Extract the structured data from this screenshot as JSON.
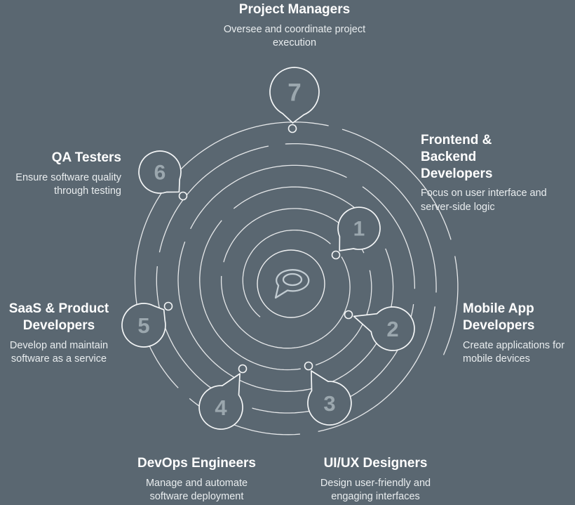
{
  "colors": {
    "background": "#5a6771",
    "line": "#f4f6f7",
    "number": "#9ba7ae",
    "title": "#ffffff",
    "description": "#e9edef"
  },
  "center": {
    "icon": "chat-bubble-icon"
  },
  "items": [
    {
      "number": "1",
      "title": "Frontend & Backend Developers",
      "description": "Focus on user interface and server-side logic"
    },
    {
      "number": "2",
      "title": "Mobile App Developers",
      "description": "Create applications for mobile devices"
    },
    {
      "number": "3",
      "title": "UI/UX Designers",
      "description": "Design user-friendly and engaging interfaces"
    },
    {
      "number": "4",
      "title": "DevOps Engineers",
      "description": "Manage and automate software deployment"
    },
    {
      "number": "5",
      "title": "SaaS & Product Developers",
      "description": "Develop and maintain software as a service"
    },
    {
      "number": "6",
      "title": "QA Testers",
      "description": "Ensure software quality through testing"
    },
    {
      "number": "7",
      "title": "Project Managers",
      "description": "Oversee and coordinate project execution"
    }
  ]
}
